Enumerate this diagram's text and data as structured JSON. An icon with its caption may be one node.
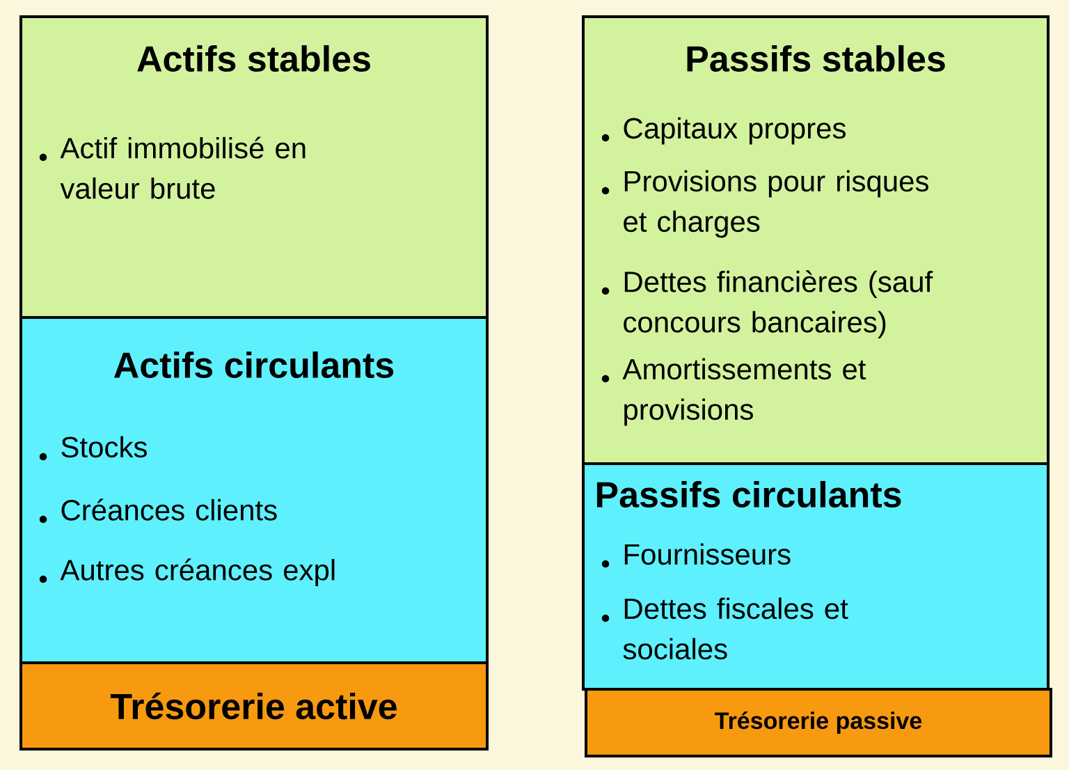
{
  "diagram": {
    "nodes": [
      {
        "text": [
          "Actifs stables",
          "Actif immobilisé en valeur brute"
        ]
      },
      {
        "text": [
          "Actifs circulants",
          "Stocks",
          "Créances clients",
          "Autres créances expl"
        ]
      },
      {
        "text": [
          "Trésorerie active"
        ]
      },
      {
        "text": [
          "Passifs stables",
          "Capitaux propres",
          "Provisions pour risques et charges",
          "Dettes financières (sauf concours bancaires)",
          "Amortissements et provisions"
        ]
      },
      {
        "text": [
          "Passifs circulants",
          "Fournisseurs",
          "Dettes fiscales et sociales"
        ]
      },
      {
        "text": [
          "Trésorerie passive"
        ]
      }
    ]
  }
}
